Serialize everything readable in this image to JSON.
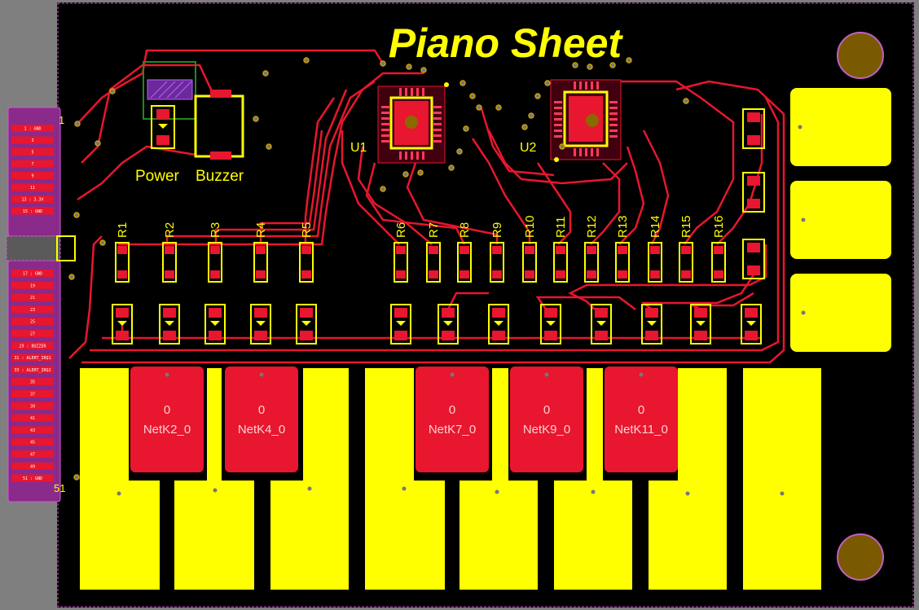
{
  "board": {
    "title": "Piano Sheet",
    "silkscreen": {
      "power": "Power",
      "buzzer": "Buzzer",
      "u1": "U1",
      "u2": "U2",
      "pin_first": "1",
      "pin_last": "51"
    },
    "resistors": [
      "R1",
      "R2",
      "R3",
      "R4",
      "R5",
      "R6",
      "R7",
      "R8",
      "R9",
      "R10",
      "R11",
      "R12",
      "R13",
      "R14",
      "R15",
      "R16"
    ],
    "connector_pins_top": [
      "1 : GND",
      "3",
      "5",
      "7",
      "9",
      "11",
      "13 : 3.3V",
      "15 : GND"
    ],
    "connector_pins_bottom": [
      "17 : GND",
      "19",
      "21",
      "23",
      "25",
      "27",
      "29 : BUZZER",
      "31 : ALERT_IRQ1",
      "33 : ALERT_IRQ2",
      "35",
      "37",
      "39",
      "41",
      "43",
      "45",
      "47",
      "49",
      "51 : GND"
    ],
    "black_keys": [
      {
        "value": "0",
        "net": "NetK2_0"
      },
      {
        "value": "0",
        "net": "NetK4_0"
      },
      {
        "value": "0",
        "net": "NetK7_0"
      },
      {
        "value": "0",
        "net": "NetK9_0"
      },
      {
        "value": "0",
        "net": "NetK11_0"
      }
    ],
    "colors": {
      "board": "#000000",
      "copper_top": "#e8162e",
      "pad": "#ffff00",
      "edge_connector": "#9b2d9b",
      "mounting_hole": "#7a5a00",
      "viewport_bg": "#7f7f7f"
    }
  }
}
